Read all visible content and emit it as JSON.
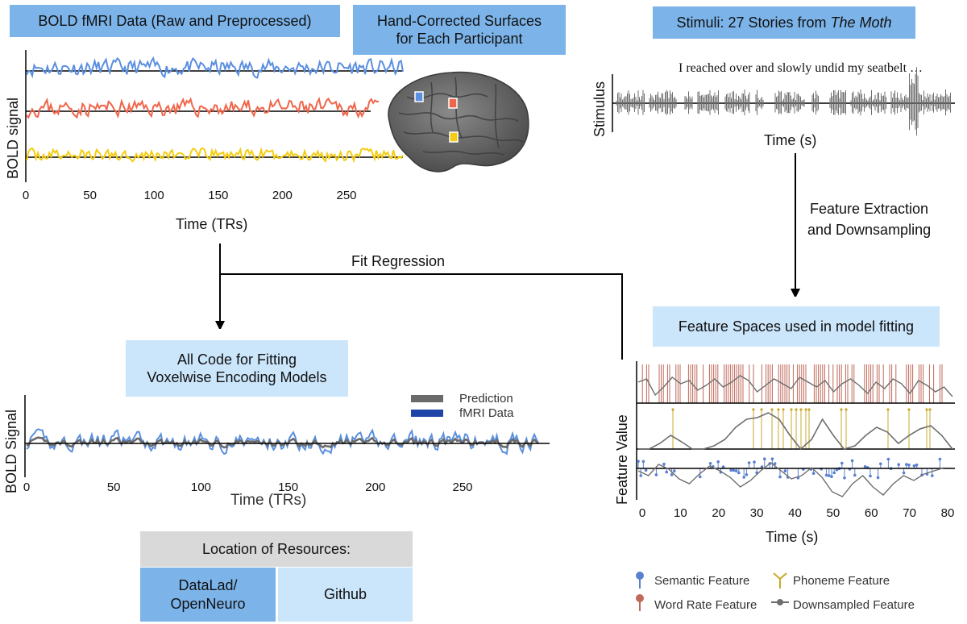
{
  "panels": {
    "bold_title": "BOLD fMRI Data (Raw and Preprocessed)",
    "surfaces_title_line1": "Hand-Corrected Surfaces",
    "surfaces_title_line2": "for Each Participant",
    "stimuli_title_prefix": "Stimuli: 27 Stories from ",
    "stimuli_title_italic": "The Moth",
    "feature_spaces_title": "Feature Spaces used in model fitting",
    "code_title_line1": "All Code for Fitting",
    "code_title_line2": "Voxelwise Encoding Models",
    "resources_title": "Location of Resources:",
    "datalad_line1": "DataLad/",
    "datalad_line2": "OpenNeuro",
    "github": "Github"
  },
  "bold_plot": {
    "ylabel": "BOLD signal",
    "xlabel": "Time (TRs)",
    "xticks": [
      "0",
      "50",
      "100",
      "150",
      "200",
      "250"
    ],
    "colors": [
      "#5b8fe0",
      "#f0654a",
      "#f5cc12"
    ]
  },
  "stimulus": {
    "sentence": "I reached over and slowly undid my seatbelt …",
    "ylabel": "Stimulus",
    "xlabel": "Time (s)",
    "color": "#6e6e6e"
  },
  "arrows": {
    "feature_extraction_line1": "Feature Extraction",
    "feature_extraction_line2": "and Downsampling",
    "fit_regression": "Fit Regression"
  },
  "prediction_plot": {
    "ylabel": "BOLD Signal",
    "xlabel": "Time (TRs)",
    "xticks": [
      "0",
      "50",
      "100",
      "150",
      "200",
      "250"
    ],
    "legend": [
      {
        "label": "Prediction",
        "color": "#6a6a6a"
      },
      {
        "label": "fMRI Data",
        "color": "#1f45a8"
      }
    ],
    "data_color": "#5b8fe0",
    "prediction_color": "#6a6a6a"
  },
  "feature_plot": {
    "ylabel": "Feature Value",
    "xlabel": "Time (s)",
    "xticks": [
      "0",
      "10",
      "20",
      "30",
      "40",
      "50",
      "60",
      "70",
      "80"
    ],
    "colors": {
      "word_rate": "#c0685a",
      "phoneme": "#c9a92c",
      "semantic": "#5b7fcf",
      "downsampled": "#6e6e6e"
    },
    "legend": [
      {
        "label": "Semantic Feature",
        "color": "#5b7fcf"
      },
      {
        "label": "Phoneme Feature",
        "color": "#c9a92c"
      },
      {
        "label": "Word Rate Feature",
        "color": "#c0685a"
      },
      {
        "label": "Downsampled Feature",
        "color": "#6e6e6e"
      }
    ]
  }
}
